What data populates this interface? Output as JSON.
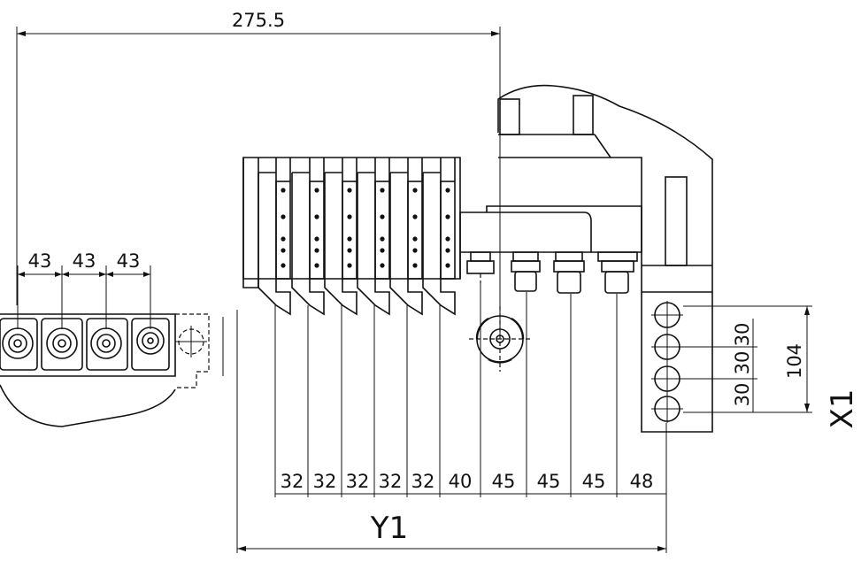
{
  "dimensions": {
    "overall_top": "275.5",
    "tool_spacing": [
      "43",
      "43",
      "43"
    ],
    "bottom_row": [
      "32",
      "32",
      "32",
      "32",
      "32",
      "40",
      "45",
      "45",
      "45",
      "48"
    ],
    "right_vertical": [
      "30",
      "30",
      "30"
    ],
    "right_total": "104"
  },
  "axes": {
    "y_label": "Y1",
    "x_label": "X1"
  }
}
